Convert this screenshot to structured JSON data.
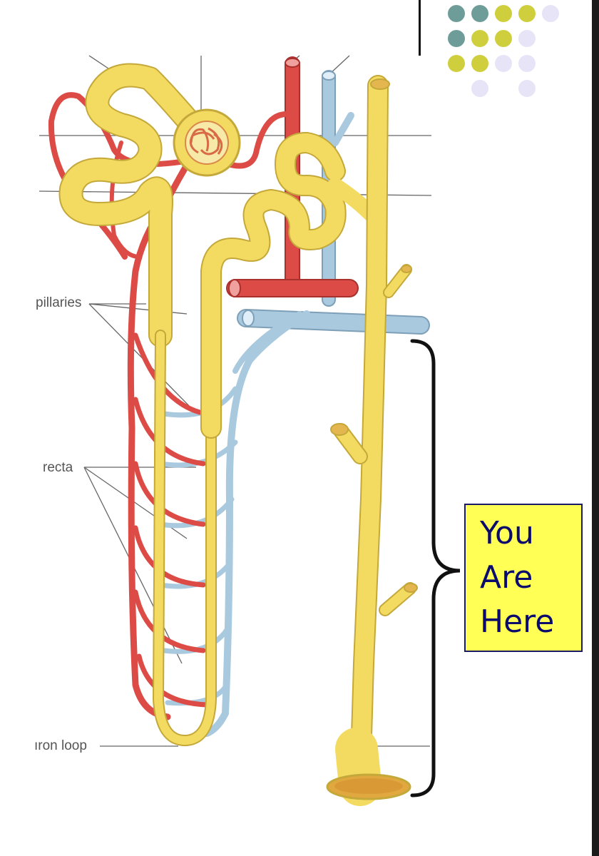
{
  "labels": {
    "capillaries": "pillaries",
    "vasa_recta": "recta",
    "nephron_loop": "ıron loop"
  },
  "callout": {
    "line1": "You",
    "line2": "Are",
    "line3": "Here"
  },
  "colors": {
    "tubule": "#f3db62",
    "artery": "#dc4b45",
    "vein": "#a9c9df",
    "callout_bg": "#ffff55",
    "callout_text": "#0b0b6e",
    "dot_teal": "#6e9c99",
    "dot_olive": "#cfce3c",
    "dot_lavender": "#e7e4f8"
  },
  "dot_pattern": [
    [
      "teal",
      "teal",
      "olive",
      "olive",
      "lavender"
    ],
    [
      "teal",
      "olive",
      "olive",
      "lavender",
      ""
    ],
    [
      "olive",
      "olive",
      "lavender",
      "lavender",
      ""
    ],
    [
      "",
      "lavender",
      "",
      "lavender",
      ""
    ]
  ]
}
